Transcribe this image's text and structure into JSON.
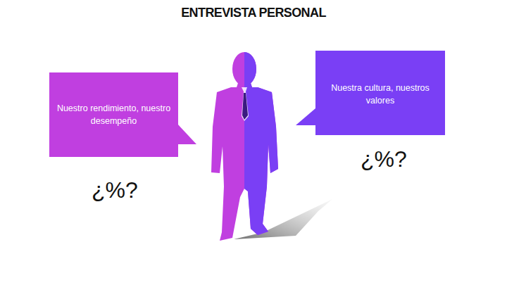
{
  "diagram": {
    "title": "ENTREVISTA PERSONAL",
    "nodes": [
      {
        "text": [
          "Nuestro rendimiento, nuestro desempeño"
        ]
      },
      {
        "text": [
          "Nuestra cultura, nuestros valores"
        ]
      }
    ],
    "labels": [
      "¿%?",
      "¿%?"
    ]
  }
}
